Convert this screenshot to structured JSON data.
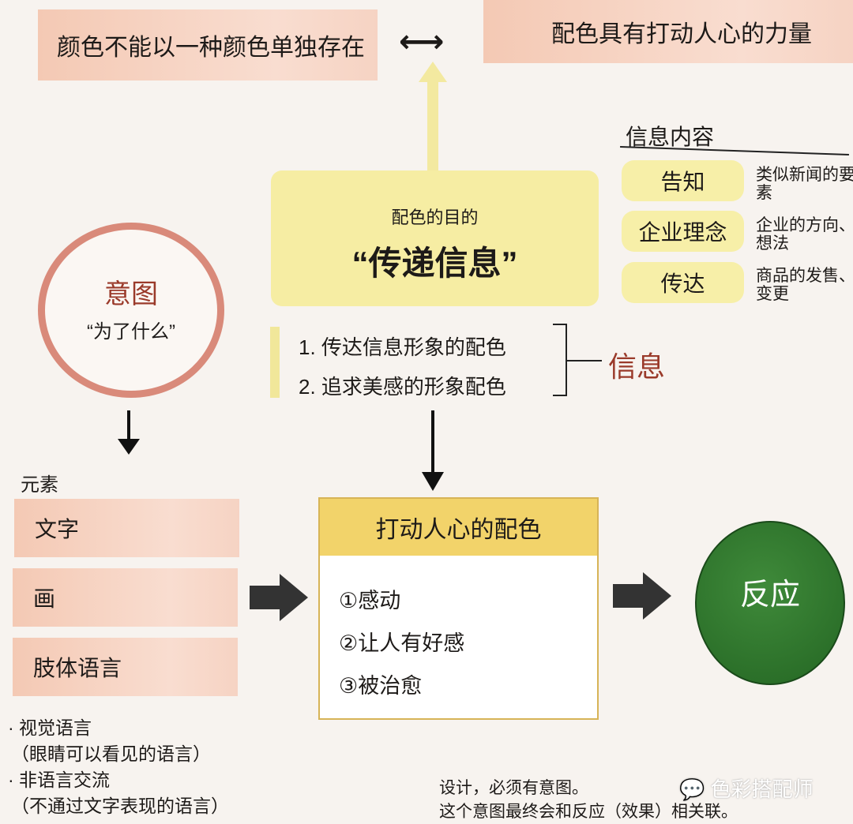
{
  "top": {
    "left": "颜色不能以一种颜色单独存在",
    "right": "配色具有打动人心的力量"
  },
  "purpose": {
    "subtitle": "配色的目的",
    "title": "“传递信息”"
  },
  "info_content": {
    "heading": "信息内容",
    "items": [
      {
        "tag": "告知",
        "desc": "类似新闻的要素"
      },
      {
        "tag": "企业理念",
        "desc": "企业的方向、想法"
      },
      {
        "tag": "传达",
        "desc": "商品的发售、变更"
      }
    ]
  },
  "intent": {
    "title": "意图",
    "subtitle": "“为了什么”"
  },
  "info_list": {
    "items": [
      "1. 传达信息形象的配色",
      "2. 追求美感的形象配色"
    ],
    "label": "信息"
  },
  "elements": {
    "heading": "元素",
    "items": [
      "文字",
      "画",
      "肢体语言"
    ]
  },
  "moving": {
    "title": "打动人心的配色",
    "items": [
      "①感动",
      "②让人有好感",
      "③被治愈"
    ]
  },
  "reaction": "反应",
  "notes": [
    {
      "title": "· 视觉语言",
      "sub": "（眼睛可以看见的语言）"
    },
    {
      "title": "· 非语言交流",
      "sub": "（不通过文字表现的语言）"
    }
  ],
  "footer": {
    "line1": "设计，必须有意图。",
    "line2": "这个意图最终会和反应（效果）相关联。"
  },
  "watermark": "色彩搭配师",
  "colors": {
    "pink": "#f4c9b4",
    "yellow": "#f6eda3",
    "green": "#2f7a2e",
    "circle": "#d98a7a",
    "accent_text": "#9a3a2a"
  }
}
